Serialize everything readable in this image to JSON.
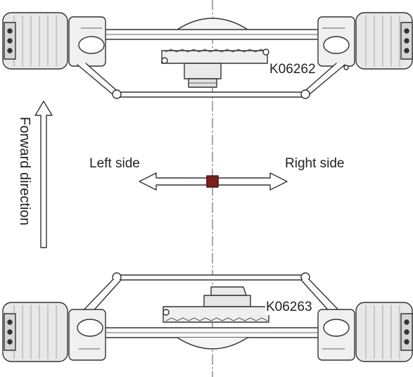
{
  "labels": {
    "top_part_number": "K06262",
    "bottom_part_number": "K06263",
    "left_side": "Left side",
    "right_side": "Right side",
    "forward_direction": "Forward direction"
  },
  "colors": {
    "line": "#333333",
    "center_marker": "#7a2020",
    "background": "#ffffff"
  }
}
